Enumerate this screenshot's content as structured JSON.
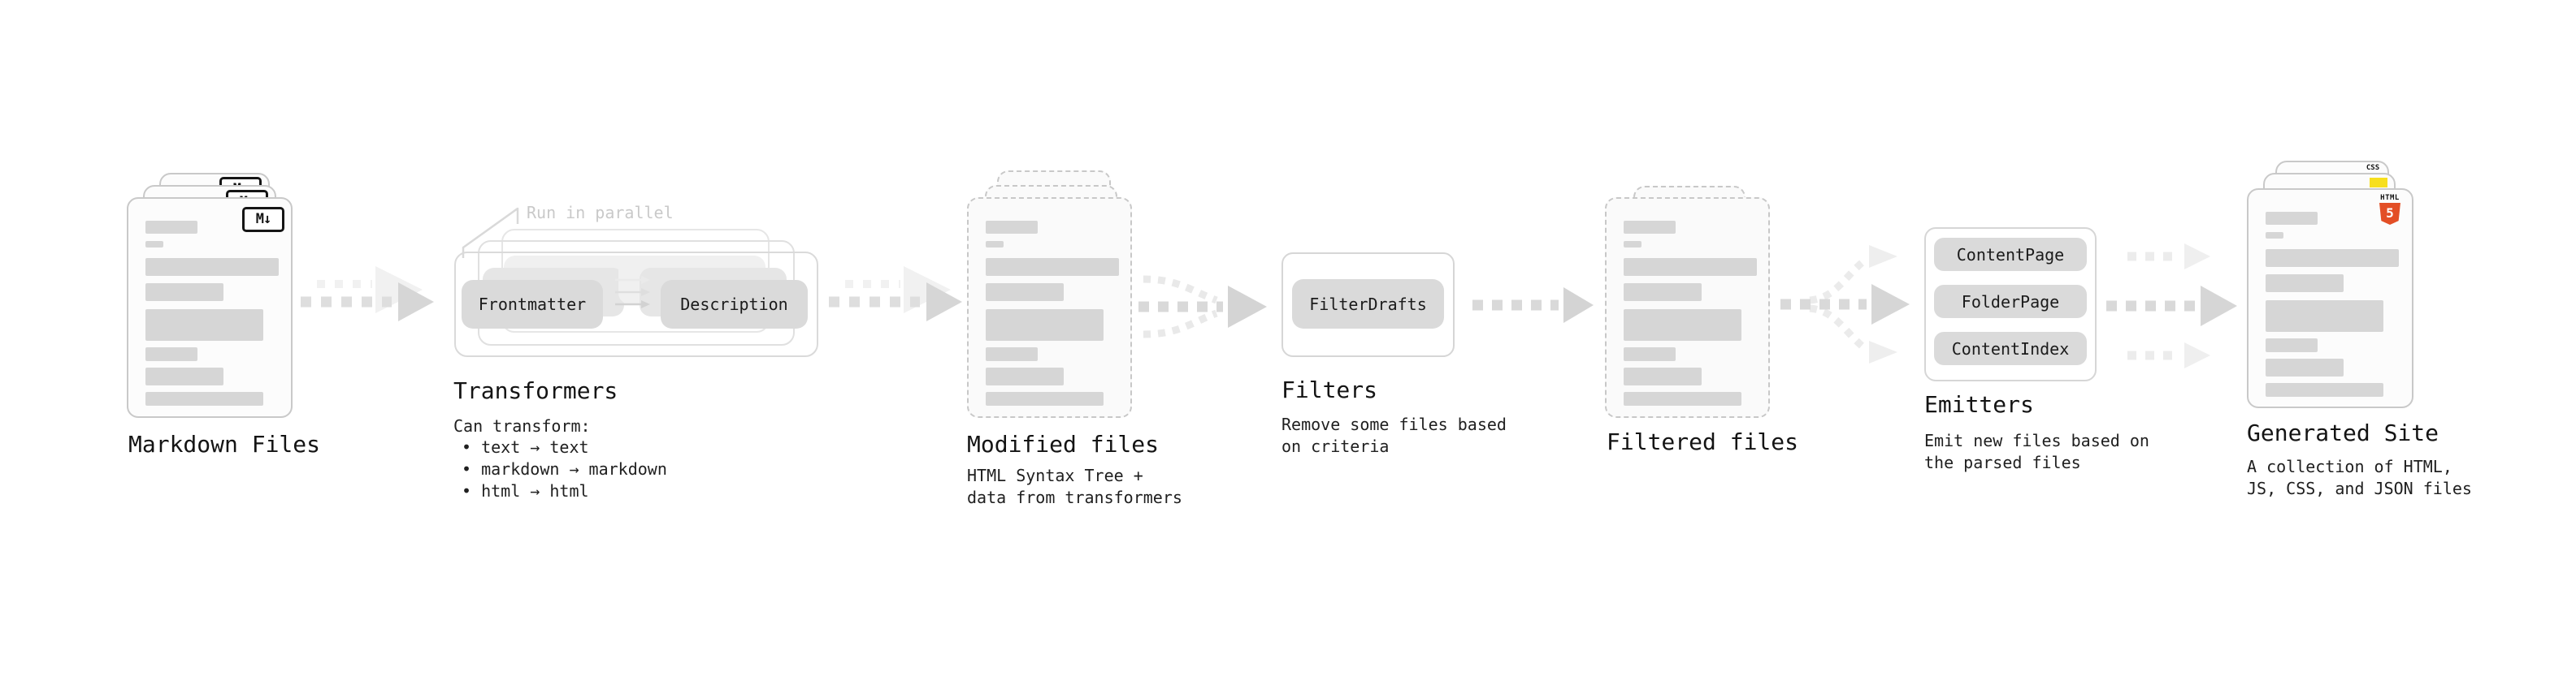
{
  "colors": {
    "html5_orange": "#e34f26",
    "js_yellow": "#f7df1e",
    "css_blue": "#2965f1",
    "pill_gray": "#dadada",
    "bar_gray": "#d6d6d6",
    "arrow_gray": "#d6d6d6",
    "ghost_gray": "#efefef"
  },
  "icons": {
    "markdown_badge": "M↓",
    "html5_label": "HTML",
    "html5_numeral": "5",
    "css_label": "CSS"
  },
  "stages": {
    "markdown_files": {
      "title": "Markdown Files"
    },
    "transformers": {
      "title": "Transformers",
      "callout": "Run in parallel",
      "desc": "Can transform:",
      "bullets": [
        "• text → text",
        "• markdown → markdown",
        "• html → html"
      ],
      "pill_left": "Frontmatter",
      "pill_right": "Description"
    },
    "modified_files": {
      "title": "Modified files",
      "desc_lines": [
        "HTML Syntax Tree +",
        "data from transformers"
      ]
    },
    "filters": {
      "title": "Filters",
      "desc_lines": [
        "Remove some files based",
        "on criteria"
      ],
      "pill": "FilterDrafts"
    },
    "filtered_files": {
      "title": "Filtered files"
    },
    "emitters": {
      "title": "Emitters",
      "desc_lines": [
        "Emit new files based on",
        "the parsed files"
      ],
      "pills": [
        "ContentPage",
        "FolderPage",
        "ContentIndex"
      ]
    },
    "generated_site": {
      "title": "Generated Site",
      "desc_lines": [
        "A collection of HTML,",
        "JS, CSS, and JSON files"
      ]
    }
  }
}
